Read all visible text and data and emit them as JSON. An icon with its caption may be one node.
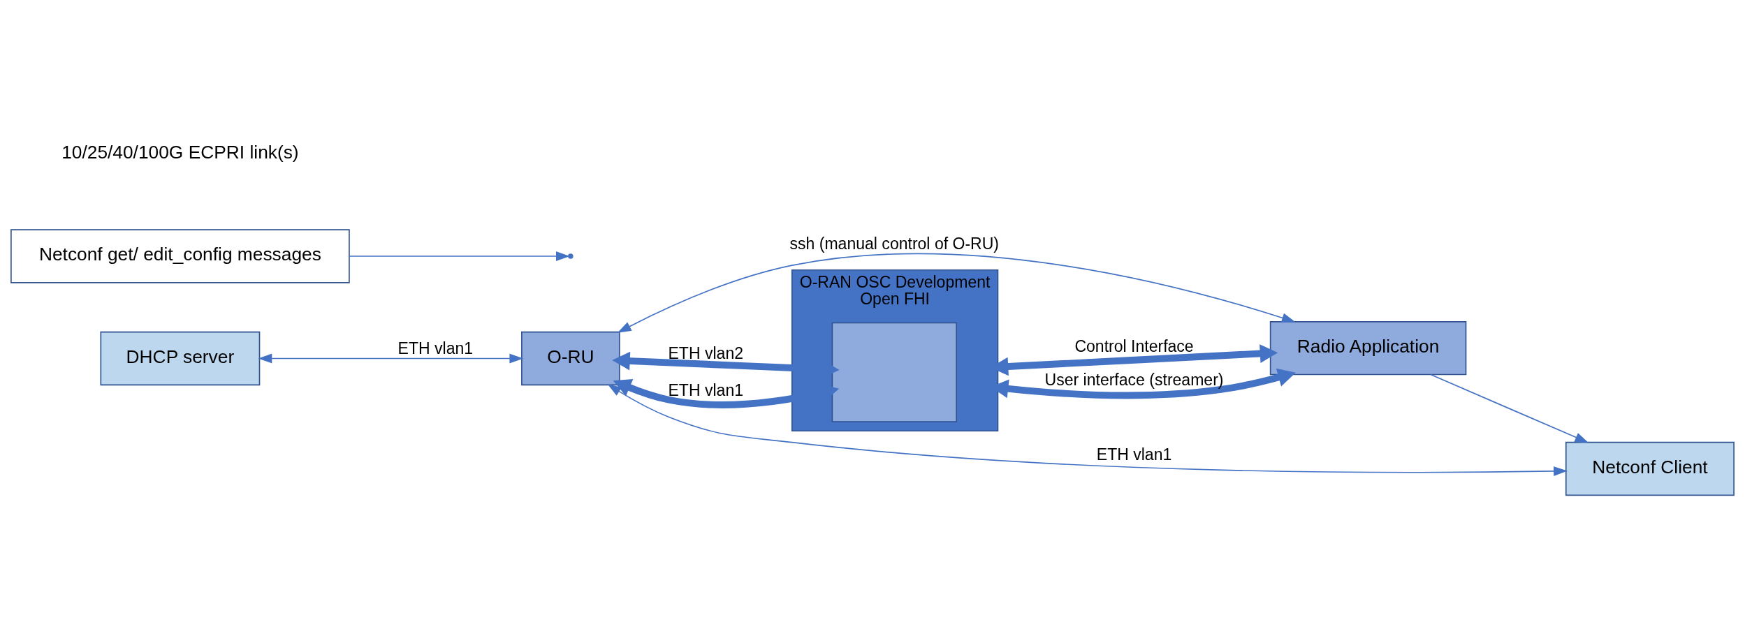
{
  "diagram": {
    "nodes": [
      {
        "text": [
          "DHCP server"
        ]
      },
      {
        "text": [
          "O-RU"
        ]
      },
      {
        "text": [
          "O-RAN OSC Development",
          "Open FHI"
        ]
      },
      {
        "text": [],
        "shape": "box",
        "in": 2
      },
      {
        "text": [
          "Netconf Client"
        ]
      },
      {
        "text": [
          "Netconf get/ edit_config messages"
        ]
      },
      {
        "text": [
          "Radio Application"
        ]
      }
    ],
    "edges": [
      {
        "from": 0,
        "to": 1,
        "arrow": "both",
        "label": "ETH vlan1"
      },
      {
        "from": 1,
        "to": 6,
        "arrow": "both",
        "label": "ssh (manual control of O-RU)"
      },
      {
        "from": 1,
        "to": 4,
        "arrow": "both",
        "label": "ETH vlan1"
      },
      {
        "from": 6,
        "to": 4,
        "arrow": "to"
      },
      {
        "from": 5,
        "to": null,
        "arrow": "to"
      },
      {
        "from": 1,
        "to": 3,
        "arrow": "both",
        "label": "ETH vlan1",
        "style": "thick"
      },
      {
        "from": 1,
        "to": 3,
        "arrow": "both",
        "label": "ETH vlan2",
        "style": "thick"
      },
      {
        "from": 2,
        "to": 6,
        "arrow": "both",
        "label": "Control Interface",
        "style": "thick"
      },
      {
        "from": 2,
        "to": 6,
        "arrow": "both",
        "label": "User interface (streamer)",
        "style": "thick"
      }
    ],
    "labels": [
      "10/25/40/100G ECPRI link(s)"
    ]
  }
}
